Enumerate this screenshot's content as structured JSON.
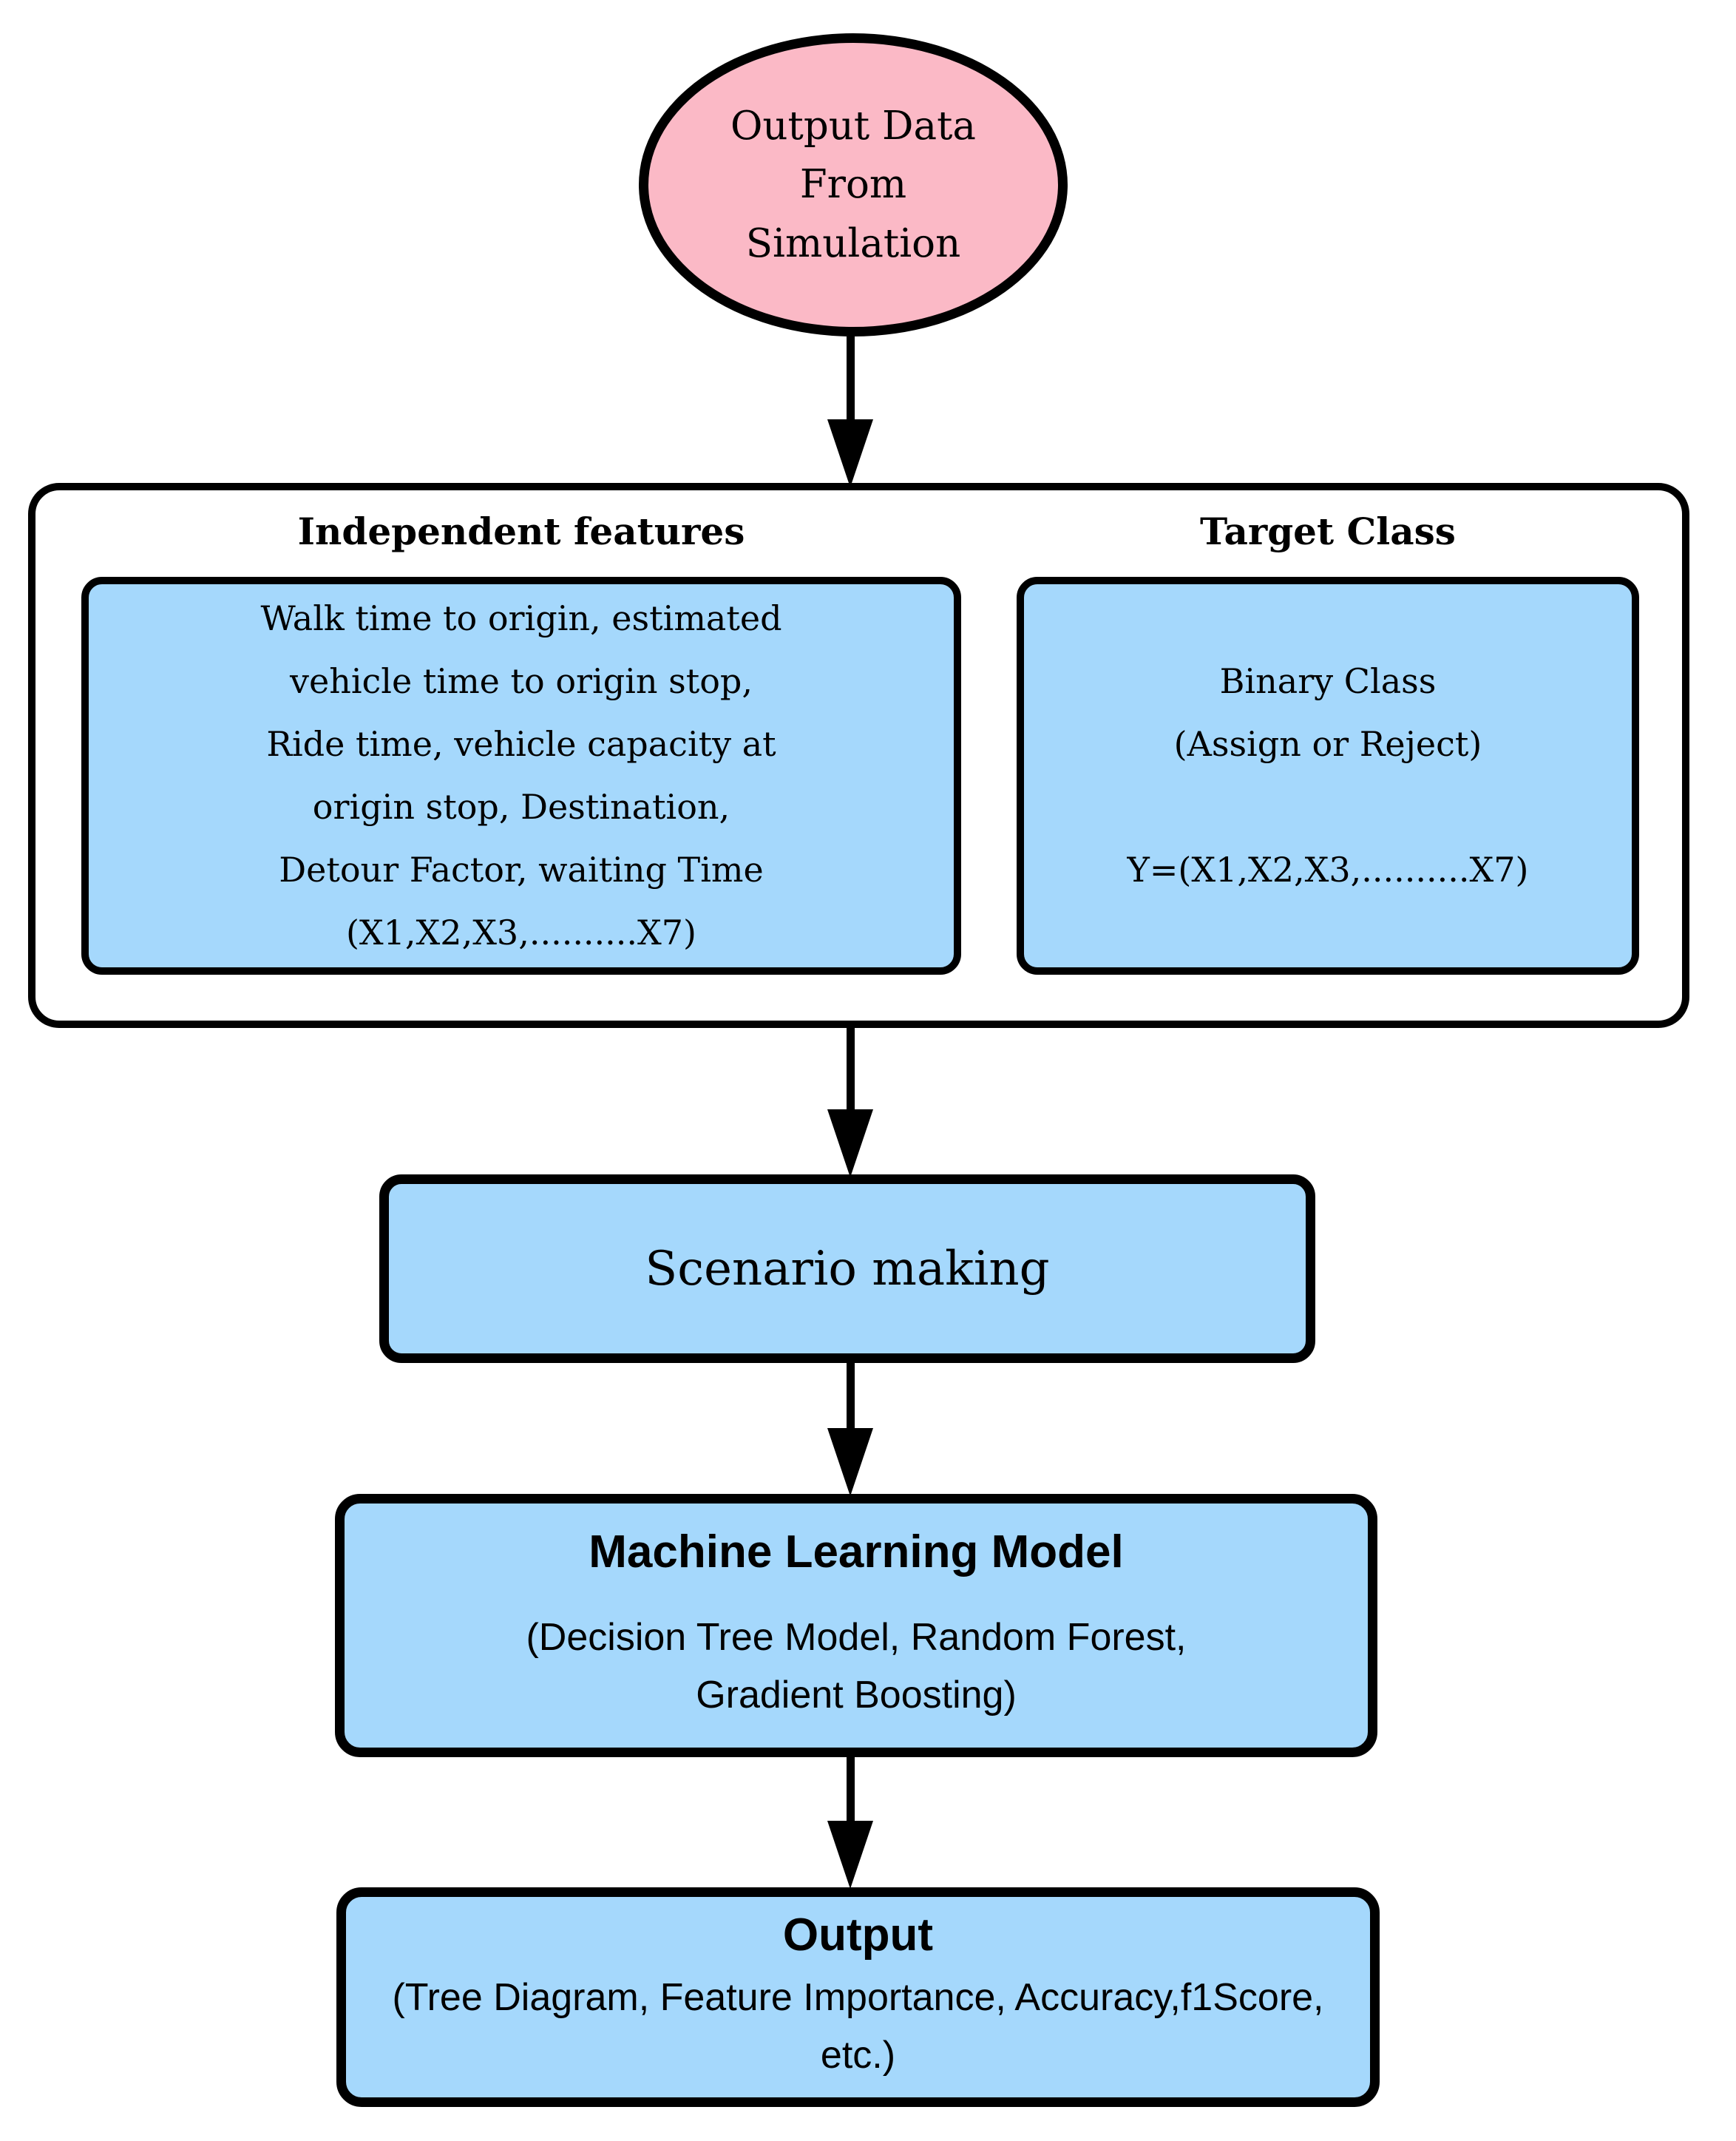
{
  "diagram": {
    "start_ellipse": {
      "text": "Output Data\nFrom\nSimulation"
    },
    "features_panel": {
      "left": {
        "title": "Independent features",
        "body": "Walk time to origin, estimated\nvehicle time to origin stop,\nRide time, vehicle capacity at\norigin stop, Destination,\nDetour Factor, waiting Time\n(X1,X2,X3,..........X7)"
      },
      "right": {
        "title": "Target Class",
        "body": "Binary Class\n(Assign or Reject)\n\nY=(X1,X2,X3,..........X7)"
      }
    },
    "scenario_box": {
      "label": "Scenario making"
    },
    "ml_box": {
      "title": "Machine Learning Model",
      "subtitle": "(Decision Tree Model, Random Forest,\nGradient Boosting)"
    },
    "output_box": {
      "title": "Output",
      "subtitle": "(Tree Diagram, Feature Importance, Accuracy,f1Score,\netc.)"
    },
    "colors": {
      "node_blue": "#a5d8fc",
      "node_pink": "#fbb9c6",
      "stroke": "#000000",
      "background": "#ffffff"
    }
  }
}
